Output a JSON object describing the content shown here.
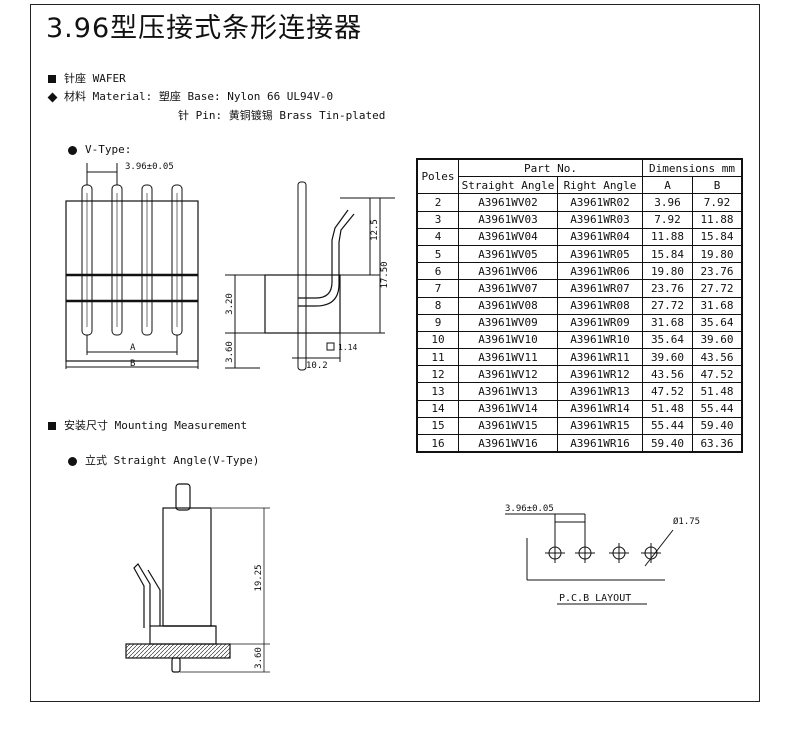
{
  "title": "3.96型压接式条形连接器",
  "specs": {
    "wafer": "针座 WAFER",
    "material_line": "材料 Material: 塑座 Base: Nylon 66 UL94V-0",
    "pin_line": "针 Pin: 黄铜镀锡 Brass Tin-plated"
  },
  "vtype": {
    "label": "V-Type:",
    "pitch_label": "3.96±0.05",
    "dim_a": "A",
    "dim_b": "B",
    "dim_3_20": "3.20",
    "dim_3_60": "3.60",
    "dim_12_5": "12.5",
    "dim_17_50": "17.50",
    "dim_10_2": "10.2",
    "dim_1_14": "1.14"
  },
  "mounting": {
    "title": "安装尺寸 Mounting Measurement",
    "subtitle": "立式 Straight Angle(V-Type)",
    "dim_19_25": "19.25",
    "dim_3_60": "3.60"
  },
  "pcb": {
    "pitch_label": "3.96±0.05",
    "hole_label": "Ø1.75",
    "caption": "P.C.B LAYOUT"
  },
  "table": {
    "h_poles": "Poles",
    "h_part_no": "Part No.",
    "h_dims": "Dimensions mm",
    "h_straight": "Straight Angle",
    "h_right": "Right Angle",
    "h_a": "A",
    "h_b": "B",
    "rows": [
      {
        "poles": "2",
        "straight": "A3961WV02",
        "right": "A3961WR02",
        "a": "3.96",
        "b": "7.92"
      },
      {
        "poles": "3",
        "straight": "A3961WV03",
        "right": "A3961WR03",
        "a": "7.92",
        "b": "11.88"
      },
      {
        "poles": "4",
        "straight": "A3961WV04",
        "right": "A3961WR04",
        "a": "11.88",
        "b": "15.84"
      },
      {
        "poles": "5",
        "straight": "A3961WV05",
        "right": "A3961WR05",
        "a": "15.84",
        "b": "19.80"
      },
      {
        "poles": "6",
        "straight": "A3961WV06",
        "right": "A3961WR06",
        "a": "19.80",
        "b": "23.76"
      },
      {
        "poles": "7",
        "straight": "A3961WV07",
        "right": "A3961WR07",
        "a": "23.76",
        "b": "27.72"
      },
      {
        "poles": "8",
        "straight": "A3961WV08",
        "right": "A3961WR08",
        "a": "27.72",
        "b": "31.68"
      },
      {
        "poles": "9",
        "straight": "A3961WV09",
        "right": "A3961WR09",
        "a": "31.68",
        "b": "35.64"
      },
      {
        "poles": "10",
        "straight": "A3961WV10",
        "right": "A3961WR10",
        "a": "35.64",
        "b": "39.60"
      },
      {
        "poles": "11",
        "straight": "A3961WV11",
        "right": "A3961WR11",
        "a": "39.60",
        "b": "43.56"
      },
      {
        "poles": "12",
        "straight": "A3961WV12",
        "right": "A3961WR12",
        "a": "43.56",
        "b": "47.52"
      },
      {
        "poles": "13",
        "straight": "A3961WV13",
        "right": "A3961WR13",
        "a": "47.52",
        "b": "51.48"
      },
      {
        "poles": "14",
        "straight": "A3961WV14",
        "right": "A3961WR14",
        "a": "51.48",
        "b": "55.44"
      },
      {
        "poles": "15",
        "straight": "A3961WV15",
        "right": "A3961WR15",
        "a": "55.44",
        "b": "59.40"
      },
      {
        "poles": "16",
        "straight": "A3961WV16",
        "right": "A3961WR16",
        "a": "59.40",
        "b": "63.36"
      }
    ]
  }
}
